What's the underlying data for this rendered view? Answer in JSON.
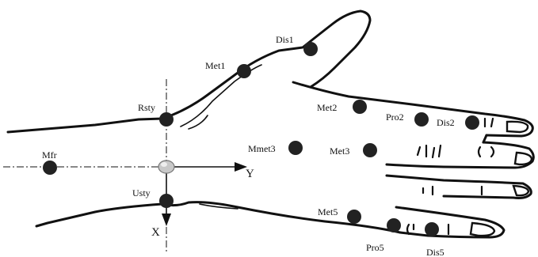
{
  "diagram": {
    "markers": [
      {
        "id": "Dis1"
      },
      {
        "id": "Met1"
      },
      {
        "id": "Rsty"
      },
      {
        "id": "Met2"
      },
      {
        "id": "Pro2"
      },
      {
        "id": "Dis2"
      },
      {
        "id": "Mmet3"
      },
      {
        "id": "Met3"
      },
      {
        "id": "Mfr"
      },
      {
        "id": "Usty"
      },
      {
        "id": "Met5"
      },
      {
        "id": "Pro5"
      },
      {
        "id": "Dis5"
      }
    ],
    "axes": {
      "y_label": "Y",
      "x_label": "X"
    },
    "colors": {
      "marker_fill": "#222222",
      "origin_fill": "#c8c8c8",
      "ink": "#111111"
    }
  }
}
